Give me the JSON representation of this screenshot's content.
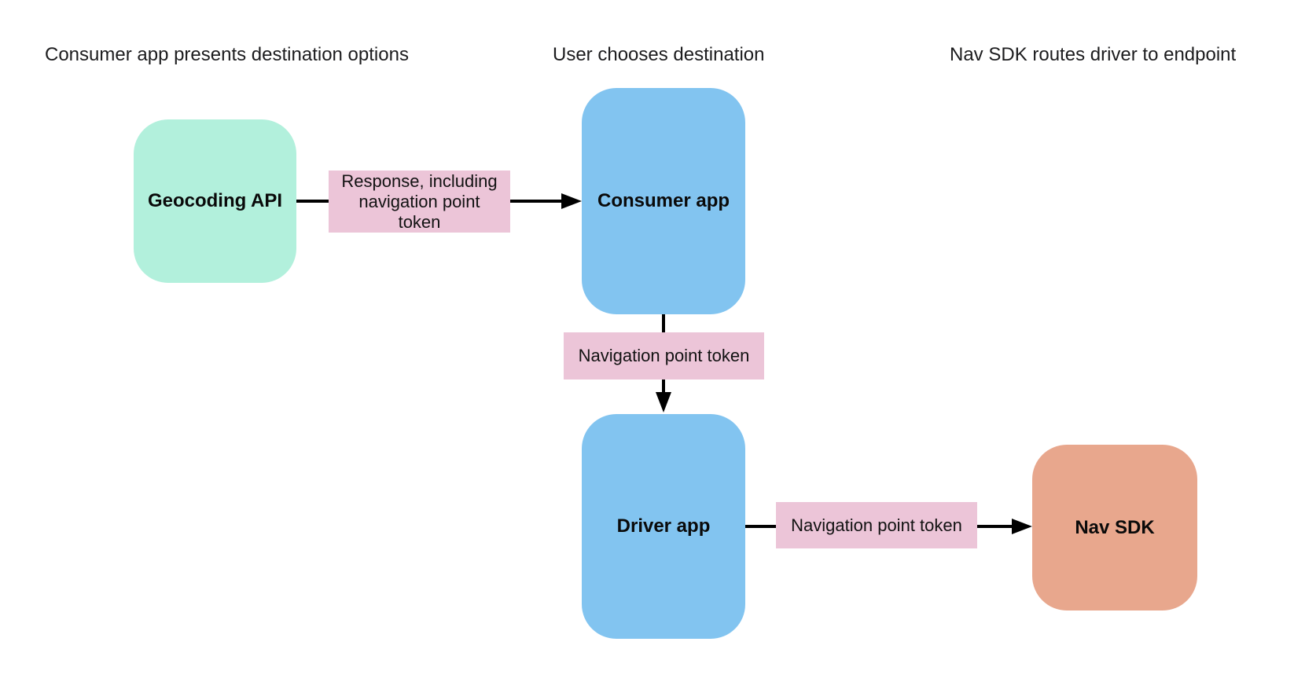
{
  "diagram": {
    "phase_headers": [
      "Consumer app presents destination options",
      "User chooses destination",
      "Nav SDK routes driver to endpoint"
    ],
    "nodes": {
      "geocoding_api": {
        "label": "Geocoding API",
        "fill": "#b2f0dc"
      },
      "consumer_app": {
        "label": "Consumer app",
        "fill": "#82c4f0"
      },
      "driver_app": {
        "label": "Driver app",
        "fill": "#82c4f0"
      },
      "nav_sdk": {
        "label": "Nav SDK",
        "fill": "#e8a78d"
      }
    },
    "edge_labels": {
      "response_token": {
        "label": "Response, including\nnavigation point\ntoken",
        "fill": "#ecc5d8"
      },
      "nav_point_token_1": {
        "label": "Navigation point token",
        "fill": "#ecc5d8"
      },
      "nav_point_token_2": {
        "label": "Navigation point token",
        "fill": "#ecc5d8"
      }
    },
    "colors": {
      "background": "#ffffff",
      "arrow": "#000000",
      "header_text": "#1c1c1e",
      "node_text": "#0a0a0a",
      "edge_label_text": "#121212"
    }
  }
}
